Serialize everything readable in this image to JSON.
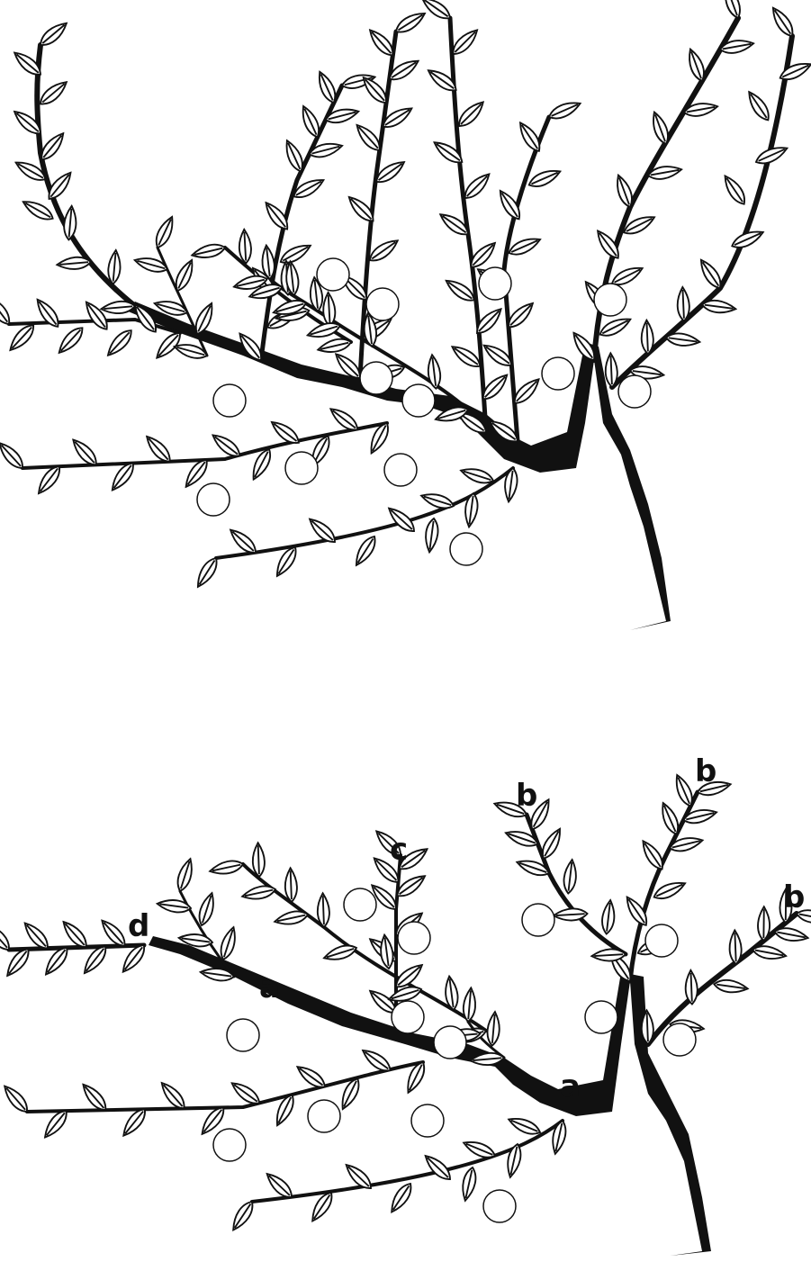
{
  "figure": {
    "labels": [
      {
        "id": "d",
        "text": "d"
      },
      {
        "id": "c",
        "text": "c"
      },
      {
        "id": "a1",
        "text": "a"
      },
      {
        "id": "a2",
        "text": "a"
      },
      {
        "id": "b1",
        "text": "b"
      },
      {
        "id": "b2",
        "text": "b"
      },
      {
        "id": "b3",
        "text": "b"
      }
    ],
    "colors": {
      "ink": "#111111",
      "paper": "#ffffff"
    }
  }
}
